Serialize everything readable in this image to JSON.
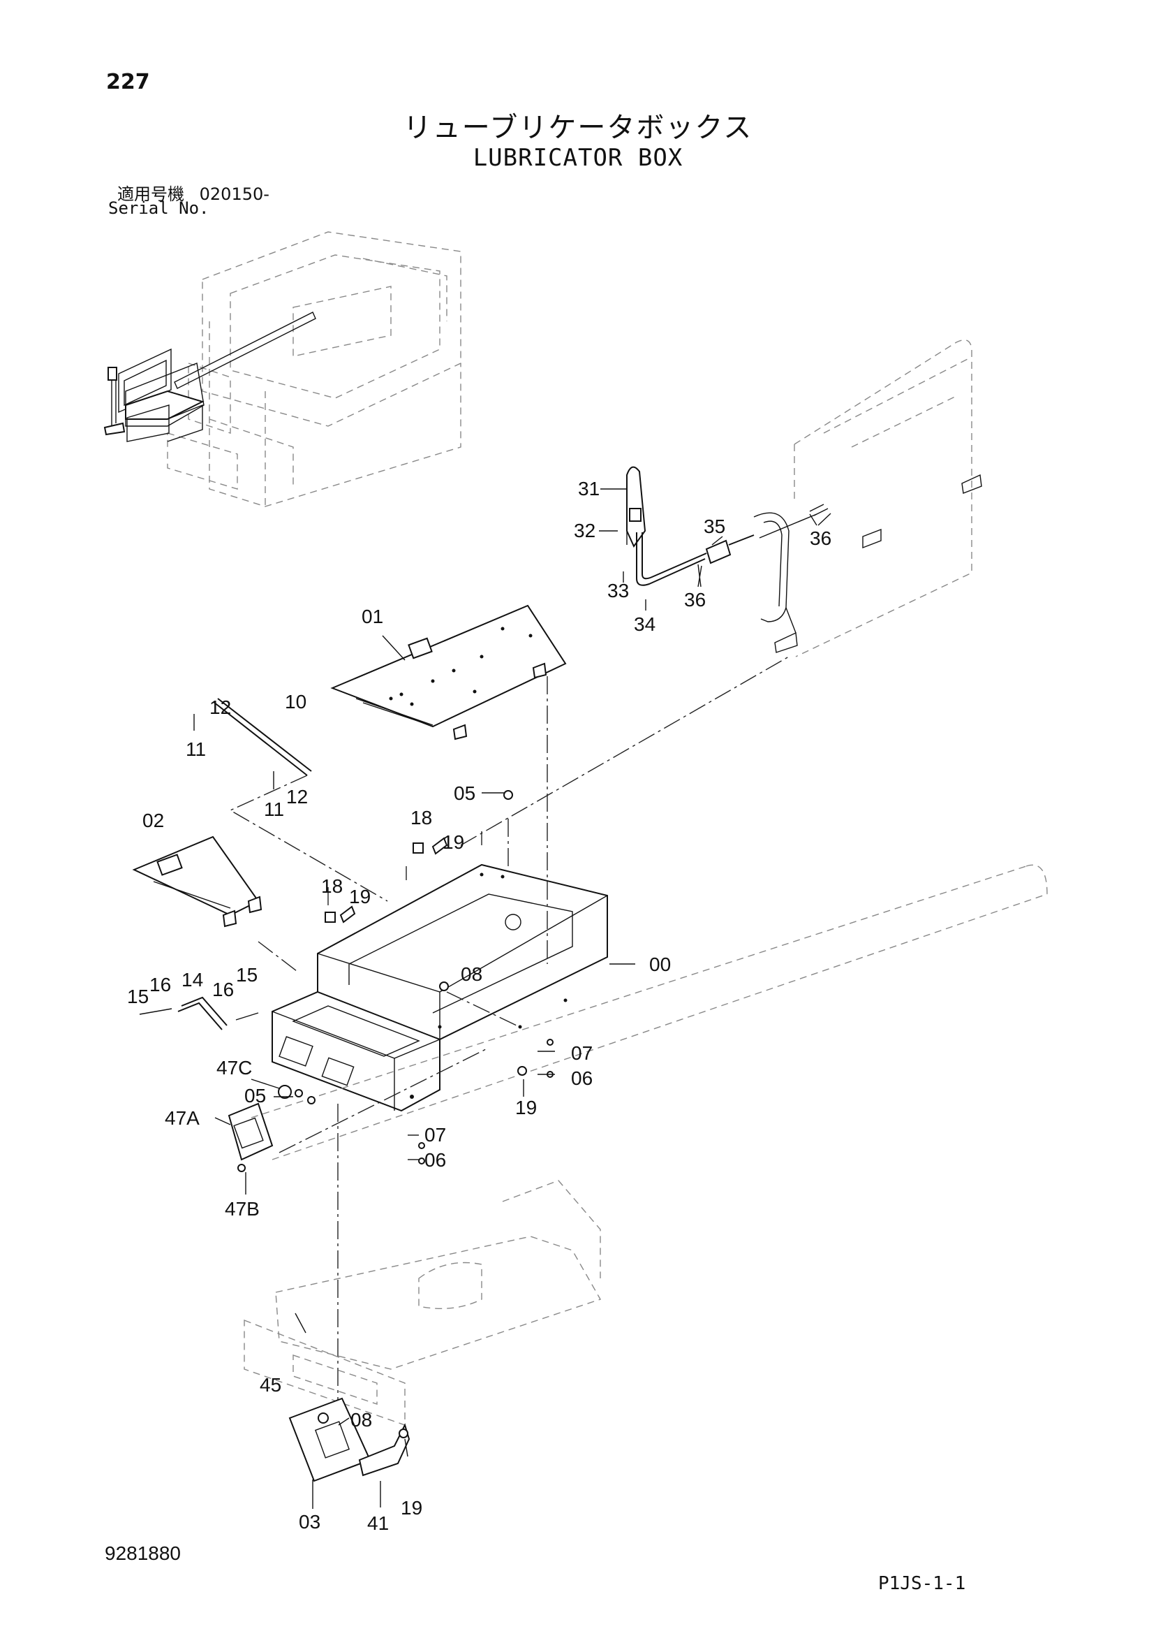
{
  "page_number": "227",
  "title_jp": "リューブリケータボックス",
  "title_en": "LUBRICATOR BOX",
  "serial_label_jp": "適用号機",
  "serial_value": "020150-",
  "serial_label_en": "Serial No.",
  "doc_number": "9281880",
  "page_code": "P1JS-1-1",
  "callouts": {
    "c31": "31",
    "c32": "32",
    "c33": "33",
    "c34": "34",
    "c35": "35",
    "c36a": "36",
    "c36b": "36",
    "c01": "01",
    "c10": "10",
    "c12a": "12",
    "c11a": "11",
    "c11b": "11",
    "c12b": "12",
    "c05a": "05",
    "c18a": "18",
    "c19a": "19",
    "c02": "02",
    "c18b": "18",
    "c19b": "19",
    "c00": "00",
    "c08a": "08",
    "c15a": "15",
    "c16a": "16",
    "c14": "14",
    "c16b": "16",
    "c15b": "15",
    "c07a": "07",
    "c06a": "06",
    "c47c": "47C",
    "c05b": "05",
    "c19c": "19",
    "c47a": "47A",
    "c07b": "07",
    "c06b": "06",
    "c47b": "47B",
    "c45": "45",
    "c08b": "08",
    "c03": "03",
    "c41": "41",
    "c19d": "19"
  }
}
